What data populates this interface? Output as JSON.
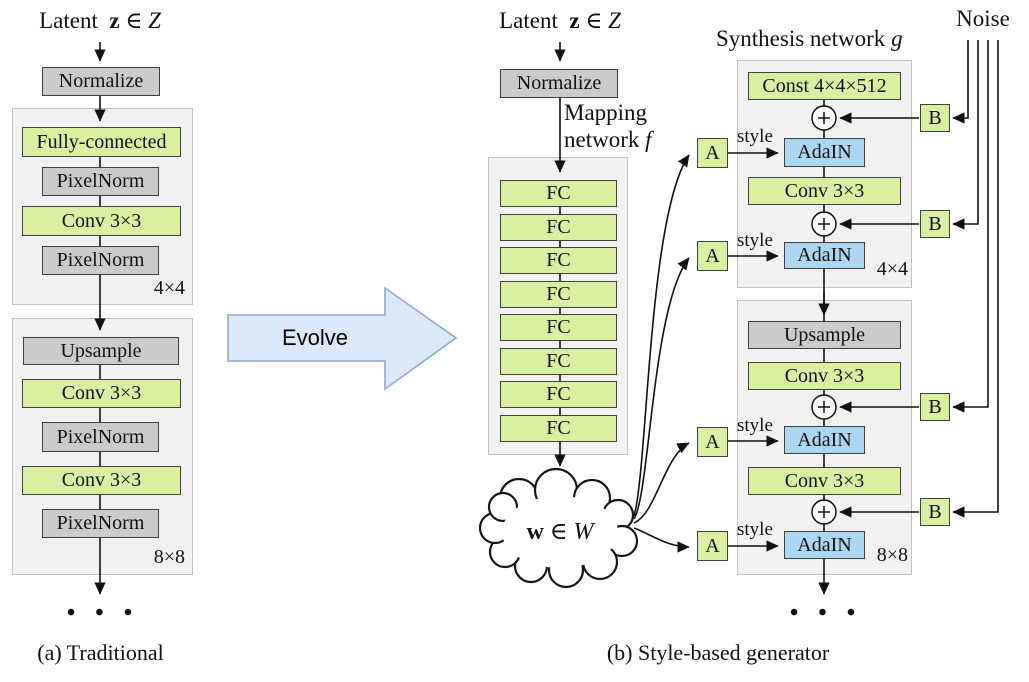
{
  "figure": {
    "caption_a": "(a) Traditional",
    "caption_b": "(b) Style-based generator",
    "dots": "• • •"
  },
  "colors": {
    "green_fill": "#d9f0a2",
    "blue_fill": "#abd7f2",
    "gray_fill": "#cbcbcb",
    "container_fill": "#f1f1f1",
    "evolve_fill": "#dce9fb",
    "evolve_border": "#8ea8ce",
    "line": "#111111"
  },
  "traditional": {
    "latent": {
      "word": "Latent",
      "symbol": "z",
      "in": "∈",
      "space": "Z"
    },
    "normalize": "Normalize",
    "block4": {
      "size": "4×4",
      "layers": [
        {
          "label": "Fully-connected"
        },
        {
          "label": "PixelNorm"
        },
        {
          "label": "Conv 3×3"
        },
        {
          "label": "PixelNorm"
        }
      ]
    },
    "block8": {
      "size": "8×8",
      "layers": [
        {
          "label": "Upsample"
        },
        {
          "label": "Conv 3×3"
        },
        {
          "label": "PixelNorm"
        },
        {
          "label": "Conv 3×3"
        },
        {
          "label": "PixelNorm"
        }
      ]
    }
  },
  "evolve": {
    "label": "Evolve"
  },
  "mapping": {
    "latent": {
      "word": "Latent",
      "symbol": "z",
      "in": "∈",
      "space": "Z"
    },
    "normalize": "Normalize",
    "label_line1": "Mapping",
    "label_line2": "network",
    "f": "f",
    "fc": "FC",
    "cloud": {
      "symbol": "w",
      "in": "∈",
      "space": "W"
    }
  },
  "synthesis": {
    "title": "Synthesis network",
    "g": "g",
    "noise": "Noise",
    "style": "style",
    "a": "A",
    "b": "B",
    "block4": {
      "size": "4×4",
      "const": "Const 4×4×512",
      "adain": "AdaIN",
      "conv": "Conv 3×3"
    },
    "block8": {
      "size": "8×8",
      "upsample": "Upsample",
      "conv": "Conv 3×3",
      "adain": "AdaIN"
    }
  }
}
